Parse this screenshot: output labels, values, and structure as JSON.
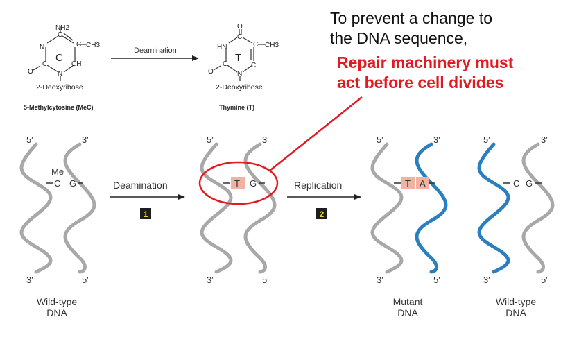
{
  "chemistry": {
    "meC": {
      "nh2": "NH2",
      "n_top": "N",
      "c_top": "C",
      "ch3": "CH3",
      "ring_label": "C",
      "c_left": "C",
      "ch_right": "CH",
      "o_left": "O",
      "n_bottom": "N",
      "sugar": "2-Deoxyribose",
      "name": "5-Methylcytosine (MeC)"
    },
    "reaction_label": "Deamination",
    "thymine": {
      "o_top": "O",
      "hn": "HN",
      "c_top": "C",
      "c_right": "C",
      "ch3": "CH3",
      "ring_label": "T",
      "c_left": "C",
      "c_bottom_right": "C",
      "o_left": "O",
      "n_bottom": "N",
      "sugar": "2-Deoxyribose",
      "name": "Thymine (T)"
    }
  },
  "annotation": {
    "line1": "To prevent a change to",
    "line2": "the DNA sequence,",
    "red_line1": "Repair machinery must",
    "red_line2": "act before cell divides"
  },
  "colors": {
    "highlight": "#e11a22",
    "strand_gray": "#a8a8a8",
    "strand_blue": "#2a7fc1",
    "base_box": "#f1b1a3",
    "step_box": "#1e1e1e",
    "step_number": "#f2d31c"
  },
  "dna": {
    "wild_type": {
      "prime_5_top": "5′",
      "prime_3_top": "3′",
      "me": "Me",
      "base_left": "C",
      "base_right": "G",
      "prime_3_bottom": "3′",
      "prime_5_bottom": "5′",
      "label_line1": "Wild-type",
      "label_line2": "DNA"
    },
    "step1": {
      "label": "Deamination",
      "number": "1"
    },
    "deaminated": {
      "prime_5_top": "5′",
      "prime_3_top": "3′",
      "base_left": "T",
      "base_right": "G",
      "prime_3_bottom": "3′",
      "prime_5_bottom": "5′"
    },
    "step2": {
      "label": "Replication",
      "number": "2"
    },
    "mutant": {
      "prime_5_top": "5′",
      "prime_3_top": "3′",
      "base_left": "T",
      "base_right": "A",
      "prime_3_bottom": "3′",
      "prime_5_bottom": "5′",
      "label_line1": "Mutant",
      "label_line2": "DNA"
    },
    "wild_type_2": {
      "prime_5_top": "5′",
      "prime_3_top": "3′",
      "base_left": "C",
      "base_right": "G",
      "prime_3_bottom": "3′",
      "prime_5_bottom": "5′",
      "label_line1": "Wild-type",
      "label_line2": "DNA"
    }
  }
}
